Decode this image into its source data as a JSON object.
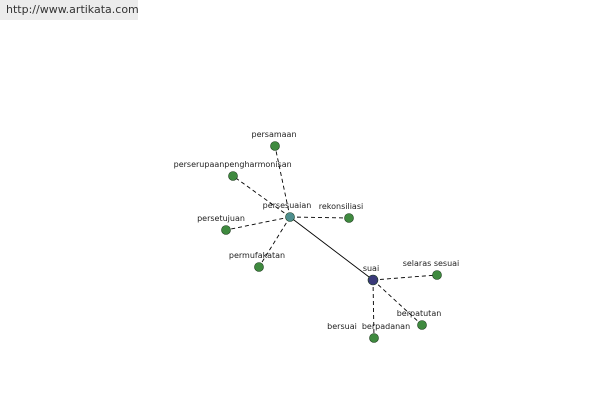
{
  "header": {
    "url": "http://www.artikata.com"
  },
  "colors": {
    "center_node": "#3a3a7a",
    "hub_node": "#4e8e8e",
    "leaf_node": "#3f8a3f",
    "edge": "#000000"
  },
  "graph": {
    "nodes": [
      {
        "id": "suai",
        "label": "suai",
        "kind": "center"
      },
      {
        "id": "persesuaian",
        "label": "persesuaian",
        "kind": "hub"
      },
      {
        "id": "persamaan",
        "label": "persamaan",
        "kind": "leaf"
      },
      {
        "id": "perserupaan",
        "label": "perserupaan",
        "kind": "leaf"
      },
      {
        "id": "pengharmonisan",
        "label": "pengharmonisan",
        "kind": "leaf"
      },
      {
        "id": "rekonsiliasi",
        "label": "rekonsiliasi",
        "kind": "leaf"
      },
      {
        "id": "persetujuan",
        "label": "persetujuan",
        "kind": "leaf"
      },
      {
        "id": "permufakatan",
        "label": "permufakatan",
        "kind": "leaf"
      },
      {
        "id": "selaras-sesuai",
        "label": "selaras sesuai",
        "kind": "leaf"
      },
      {
        "id": "bersuai",
        "label": "bersuai",
        "kind": "leaf"
      },
      {
        "id": "berpadanan",
        "label": "berpadanan",
        "kind": "leaf"
      },
      {
        "id": "berpatutan",
        "label": "berpatutan",
        "kind": "leaf"
      }
    ],
    "edges": [
      {
        "from": "suai",
        "to": "persesuaian",
        "style": "solid"
      },
      {
        "from": "persesuaian",
        "to": "persamaan",
        "style": "dashed"
      },
      {
        "from": "persesuaian",
        "to": "pengharmonisan",
        "style": "dashed"
      },
      {
        "from": "persesuaian",
        "to": "rekonsiliasi",
        "style": "dashed"
      },
      {
        "from": "persesuaian",
        "to": "persetujuan",
        "style": "dashed"
      },
      {
        "from": "persesuaian",
        "to": "permufakatan",
        "style": "dashed"
      },
      {
        "from": "suai",
        "to": "selaras-sesuai",
        "style": "dashed"
      },
      {
        "from": "suai",
        "to": "berpadanan",
        "style": "dashed"
      },
      {
        "from": "suai",
        "to": "berpatutan",
        "style": "dashed"
      }
    ]
  }
}
